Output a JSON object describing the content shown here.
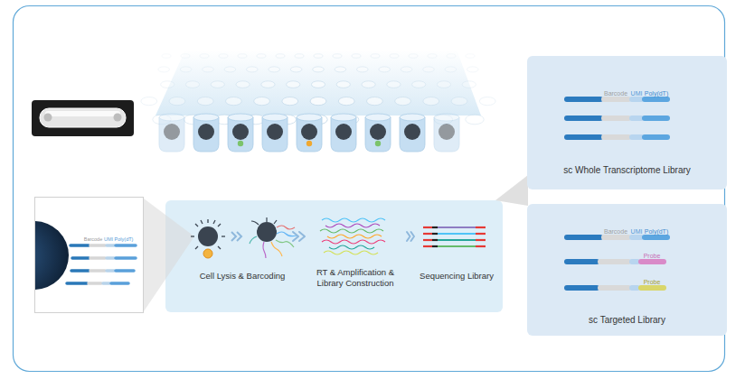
{
  "diagram": {
    "nodes": [
      {
        "text": [
          "Cell Lysis & Barcoding"
        ]
      },
      {
        "text": [
          "RT & Amplification & Library Construction"
        ]
      },
      {
        "text": [
          "Sequencing Library"
        ]
      },
      {
        "text": [
          "sc Whole Transcriptome Library"
        ]
      },
      {
        "text": [
          "sc Targeted Library"
        ]
      }
    ],
    "edges": [
      {
        "from": 0,
        "to": 1,
        "arrow": "to"
      },
      {
        "from": 1,
        "to": 2,
        "arrow": "to"
      }
    ],
    "labels": [
      "Barcode",
      "UMI",
      "Poly(dT)",
      "Barcode",
      "UMI",
      "Poly(dT)",
      "Barcode",
      "UMI",
      "Poly(dT)",
      "Probe",
      "Probe"
    ]
  }
}
